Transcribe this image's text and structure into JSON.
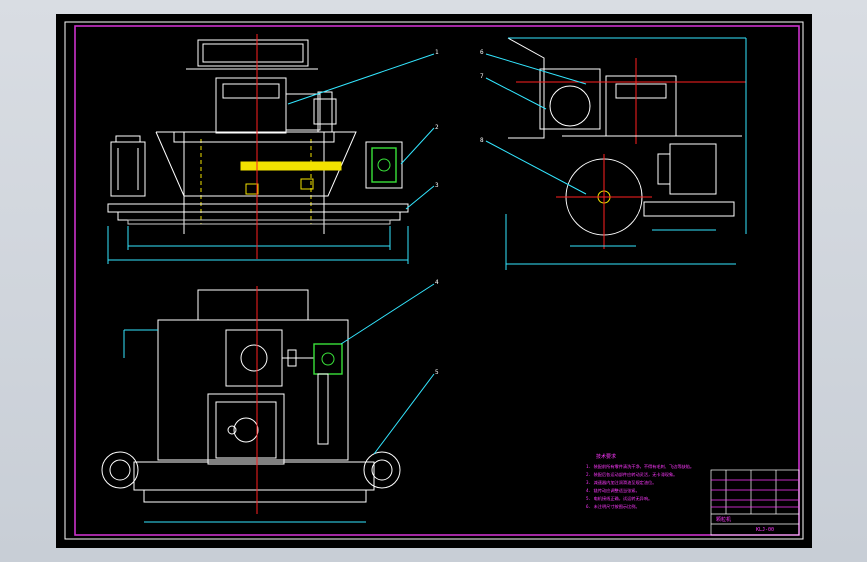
{
  "drawing": {
    "balloons": [
      "1",
      "2",
      "3",
      "4",
      "5",
      "6",
      "7",
      "8"
    ],
    "notes_title": "技术要求",
    "notes": [
      "1. 装配前所有零件清洗干净，不得有毛刺、飞边等缺陷。",
      "2. 装配后各运动部件应转动灵活，无卡滞现象。",
      "3. 减速器内加注润滑油至规定油位。",
      "4. 链传动应调整适当张紧。",
      "5. 电机接线正确，试运转无异响。",
      "6. 未注明尺寸按图示比例。"
    ],
    "title_block": {
      "name": "颗粒机",
      "drawing_no": "KLJ-00"
    }
  },
  "colors": {
    "frame_magenta": "#cc33cc",
    "line_white": "#ffffff",
    "line_cyan": "#33e6ff",
    "center_red": "#ff2020",
    "accent_yellow": "#f2e200",
    "accent_green": "#39e23a",
    "note_magenta": "#ff38ff"
  }
}
